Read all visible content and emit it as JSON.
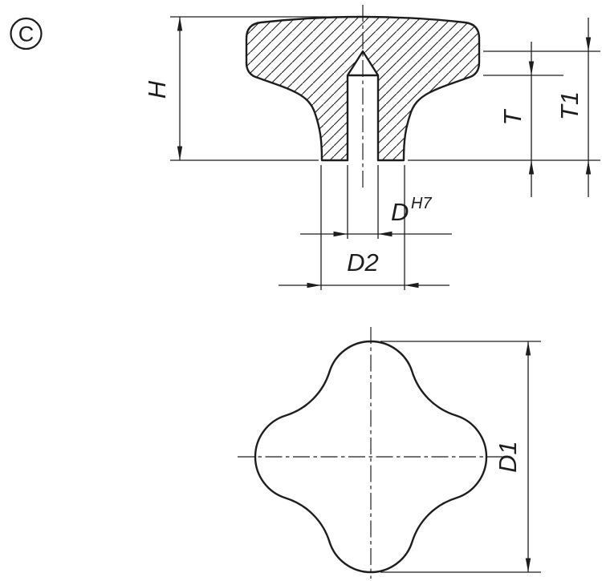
{
  "drawing": {
    "view_label": "C",
    "section_view": {
      "height_label": "H",
      "thread_depth_label": "T",
      "drill_depth_label": "T1",
      "bore_diameter_label": "D",
      "bore_tolerance_label": "H7",
      "hub_diameter_label": "D2"
    },
    "plan_view": {
      "outer_diameter_label": "D1"
    }
  },
  "colors": {
    "line": "#1d1d1b",
    "background": "#ffffff"
  }
}
